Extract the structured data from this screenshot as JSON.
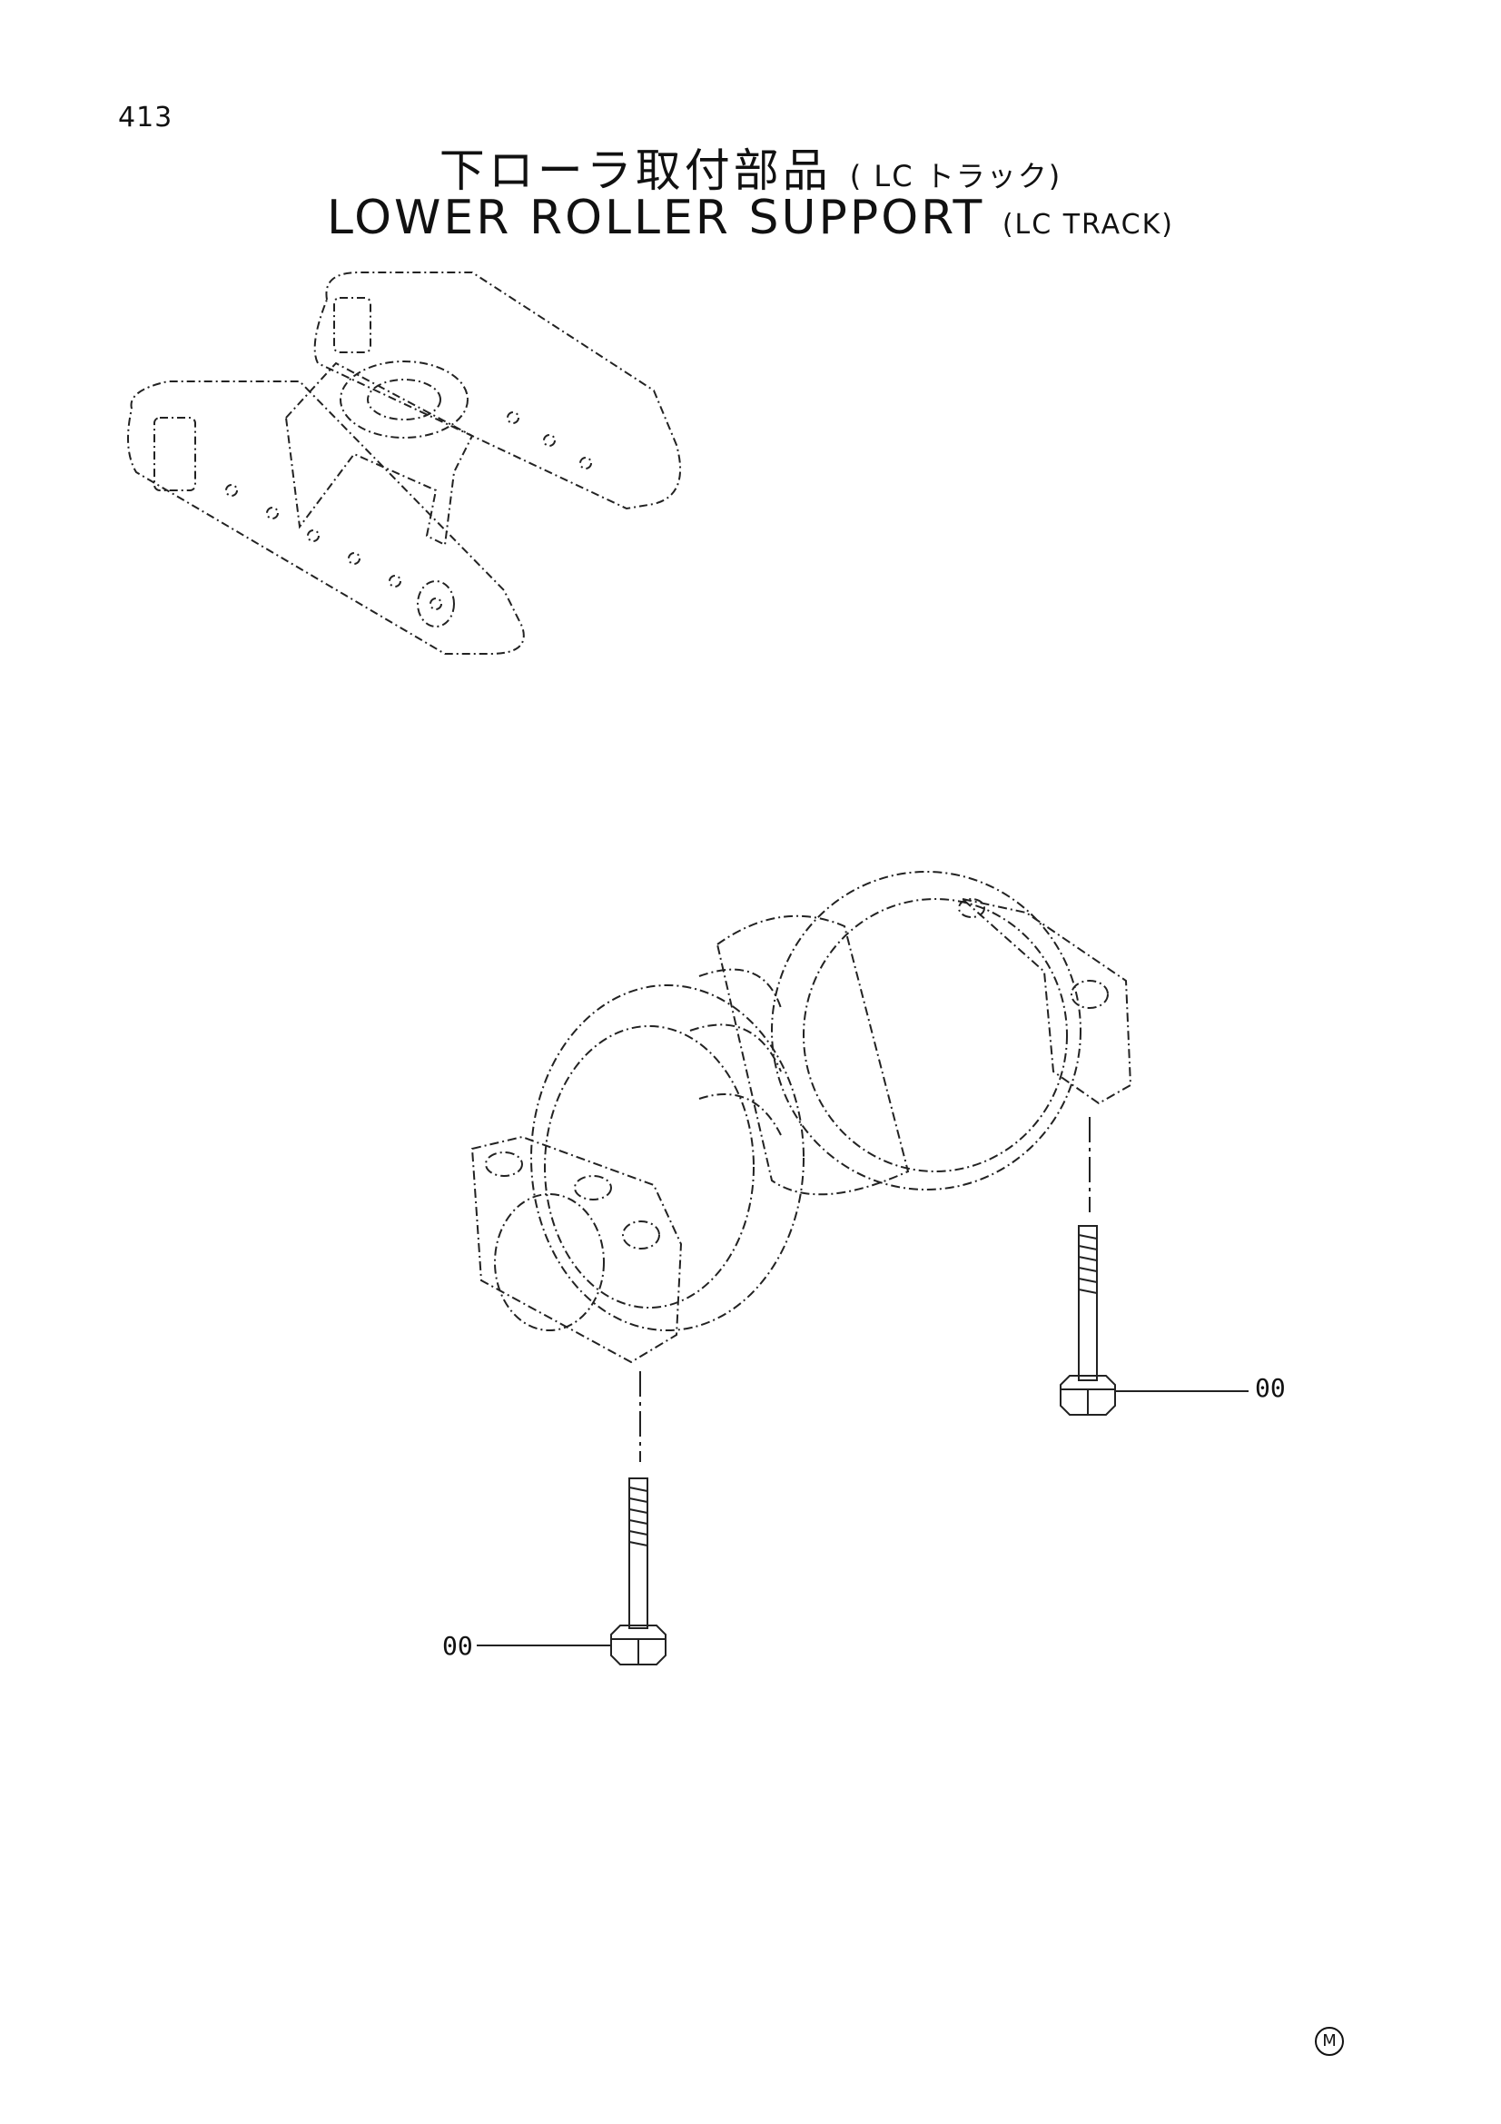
{
  "page": {
    "number": "413",
    "title_jp": "下ローラ取付部品",
    "title_jp_sub": "( LC トラック)",
    "title_en": "LOWER ROLLER SUPPORT",
    "title_en_sub": "(LC TRACK)"
  },
  "callouts": [
    {
      "label": "00",
      "target": "bolt-right"
    },
    {
      "label": "00",
      "target": "bolt-left"
    }
  ],
  "maker_mark": "M"
}
